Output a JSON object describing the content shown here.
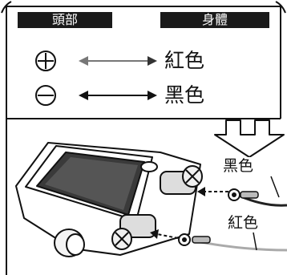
{
  "header": {
    "head_label": "頭部",
    "body_label": "身體"
  },
  "legend": {
    "positive_wire": "紅色",
    "negative_wire": "黑色"
  },
  "illustration": {
    "black_wire_label": "黑色",
    "red_wire_label": "紅色"
  },
  "colors": {
    "ink": "#1a1a1a",
    "red_wire": "#d04030",
    "black_wire": "#222222",
    "metal": "#9a9a9a"
  },
  "icons": [
    "plus-circle-icon",
    "minus-circle-icon",
    "double-arrow-icon",
    "down-arrow-icon"
  ]
}
